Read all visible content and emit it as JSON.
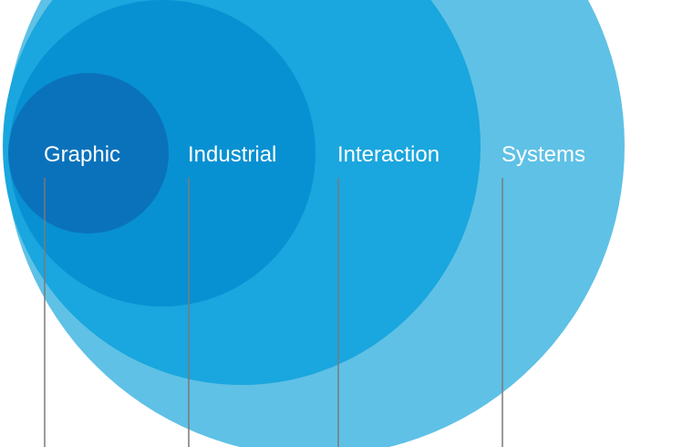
{
  "diagram": {
    "type": "nested-circles",
    "colors": {
      "systems": "#5fc1e6",
      "interaction": "#1aa6de",
      "industrial": "#0891d2",
      "graphic": "#0a72bb",
      "leader_line": "#7a7a7a",
      "label": "#ffffff",
      "background": "#ffffff"
    },
    "levels": [
      {
        "id": "graphic",
        "label": "Graphic"
      },
      {
        "id": "industrial",
        "label": "Industrial"
      },
      {
        "id": "interaction",
        "label": "Interaction"
      },
      {
        "id": "systems",
        "label": "Systems"
      }
    ]
  }
}
